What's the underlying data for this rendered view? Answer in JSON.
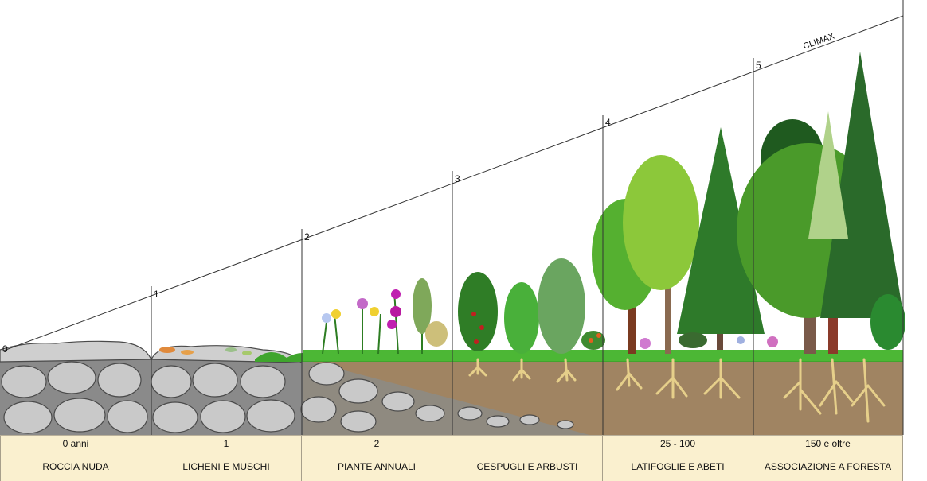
{
  "climax_label": "CLIMAX",
  "stages": [
    {
      "number": "0",
      "years": "0 anni",
      "label": "ROCCIA NUDA"
    },
    {
      "number": "1",
      "years": "1",
      "label": "LICHENI E MUSCHI"
    },
    {
      "number": "2",
      "years": "2",
      "label": "PIANTE ANNUALI"
    },
    {
      "number": "3",
      "years": "",
      "label": "CESPUGLI E ARBUSTI"
    },
    {
      "number": "4",
      "years": "25 - 100",
      "label": "LATIFOGLIE E ABETI"
    },
    {
      "number": "5",
      "years": "150 e oltre",
      "label": "ASSOCIAZIONE A FORESTA"
    }
  ],
  "colors": {
    "rock_fill": "#c9c9c9",
    "rock_stroke": "#555555",
    "soil": "#a08462",
    "grass": "#3fa52d",
    "root": "#e6cf8a",
    "label_band": "#faf0cf"
  }
}
